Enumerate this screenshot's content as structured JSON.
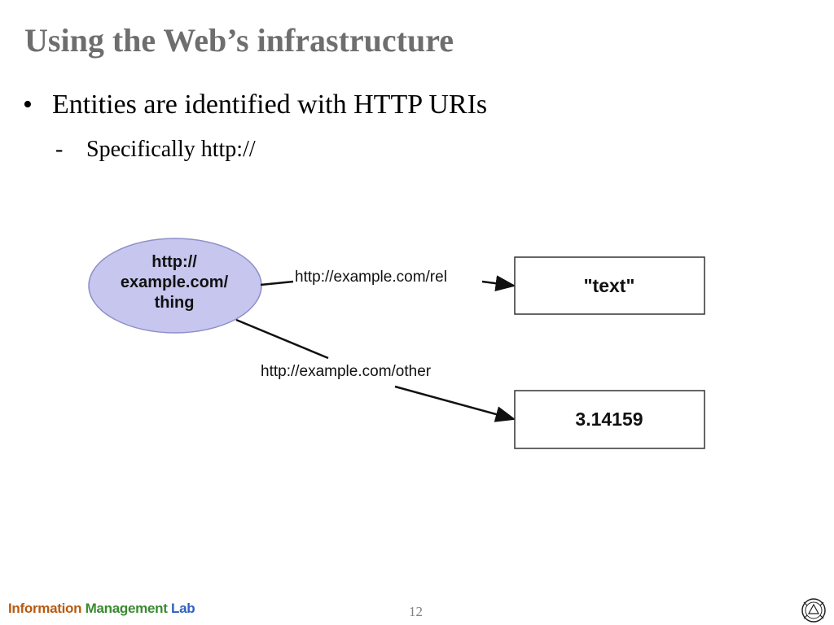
{
  "slide": {
    "title": "Using the Web’s infrastructure",
    "bullet": "Entities are identified with HTTP URIs",
    "bullet_marker": "•",
    "sub_bullet": "Specifically http://",
    "sub_marker": "-",
    "page_number": "12"
  },
  "diagram": {
    "subject_lines": [
      "http://",
      "example.com/",
      "thing"
    ],
    "predicate_rel": "http://example.com/rel",
    "object_text": "\"text\"",
    "predicate_other": "http://example.com/other",
    "object_number": "3.14159"
  },
  "footer": {
    "lab_words": [
      "Information",
      "Management",
      "Lab"
    ]
  },
  "colors": {
    "title": "#6e6e6e",
    "ellipse_fill": "#c6c6ef",
    "ellipse_stroke": "#8f8fc8",
    "lab_word_1": "#b85a10",
    "lab_word_2": "#3a8a30",
    "lab_word_3": "#3060c0"
  }
}
